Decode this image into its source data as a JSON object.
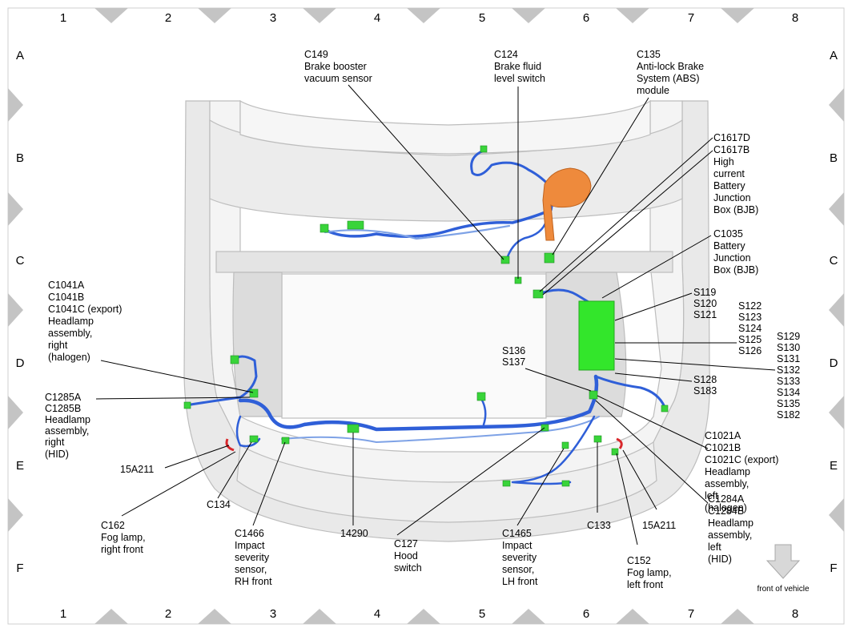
{
  "grid": {
    "columns": [
      "1",
      "2",
      "3",
      "4",
      "5",
      "6",
      "7",
      "8"
    ],
    "rows": [
      "A",
      "B",
      "C",
      "D",
      "E",
      "F"
    ]
  },
  "labels": {
    "c149": [
      "C149",
      "Brake booster",
      "vacuum sensor"
    ],
    "c124": [
      "C124",
      "Brake fluid",
      "level switch"
    ],
    "c135": [
      "C135",
      "Anti-lock Brake",
      "System (ABS)",
      "module"
    ],
    "c1617": [
      "C1617D",
      "C1617B",
      "High",
      "current",
      "Battery",
      "Junction",
      "Box (BJB)"
    ],
    "c1035": [
      "C1035",
      "Battery",
      "Junction",
      "Box (BJB)"
    ],
    "s119": [
      "S119",
      "S120",
      "S121"
    ],
    "s122": [
      "S122",
      "S123",
      "S124",
      "S125",
      "S126"
    ],
    "s129": [
      "S129",
      "S130",
      "S131",
      "S132",
      "S133",
      "S134",
      "S135",
      "S182"
    ],
    "s136": [
      "S136",
      "S137"
    ],
    "s128": [
      "S128",
      "S183"
    ],
    "c1041": [
      "C1041A",
      "C1041B",
      "C1041C (export)",
      "Headlamp",
      "assembly,",
      "right",
      "(halogen)"
    ],
    "c1285": [
      "C1285A",
      "C1285B",
      "Headlamp",
      "assembly,",
      "right",
      "(HID)"
    ],
    "c1021": [
      "C1021A",
      "C1021B",
      "C1021C (export)",
      "Headlamp",
      "assembly,",
      "left",
      "(halogen)"
    ],
    "c1284": [
      "C1284A",
      "C1284B",
      "Headlamp",
      "assembly,",
      "left",
      "(HID)"
    ],
    "r15a211": [
      "15A211"
    ],
    "l15a211": [
      "15A211"
    ],
    "c134": [
      "C134"
    ],
    "c162": [
      "C162",
      "Fog lamp,",
      "right front"
    ],
    "c1466": [
      "C1466",
      "Impact",
      "severity",
      "sensor,",
      "RH front"
    ],
    "n14290": [
      "14290"
    ],
    "c127": [
      "C127",
      "Hood",
      "switch"
    ],
    "c1465": [
      "C1465",
      "Impact",
      "severity",
      "sensor,",
      "LH front"
    ],
    "c133": [
      "C133"
    ],
    "c152": [
      "C152",
      "Fog lamp,",
      "left front"
    ]
  },
  "front_of_vehicle": "front of vehicle",
  "colors": {
    "harness": "#2f5fd8",
    "harness_light": "#7ea2e6",
    "connector": "#39d43a",
    "bjb": "#33e62b",
    "abs_module": "#ee8a3c",
    "fuse_link": "#d8272b",
    "body_shade": "#e7e7e7",
    "marker": "#c4c4c4"
  }
}
